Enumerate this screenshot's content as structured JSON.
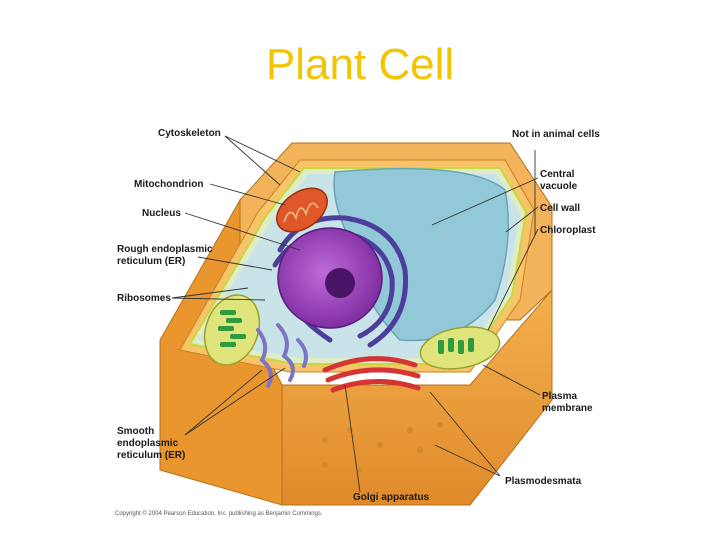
{
  "slide": {
    "title": "Plant Cell"
  },
  "labels": {
    "cytoskeleton": "Cytoskeleton",
    "mitochondrion": "Mitochondrion",
    "nucleus": "Nucleus",
    "rough_er_1": "Rough endoplasmic",
    "rough_er_2": "reticulum (ER)",
    "ribosomes": "Ribosomes",
    "smooth_er_1": "Smooth",
    "smooth_er_2": "endoplasmic",
    "smooth_er_3": "reticulum (ER)",
    "golgi": "Golgi apparatus",
    "not_in_animal": "Not in animal cells",
    "central_vacuole_1": "Central",
    "central_vacuole_2": "vacuole",
    "cell_wall": "Cell wall",
    "chloroplast": "Chloroplast",
    "plasma_membrane_1": "Plasma",
    "plasma_membrane_2": "membrane",
    "plasmodesmata": "Plasmodesmata"
  },
  "copyright": "Copyright © 2004 Pearson Education, Inc. publishing as Benjamin Cummings.",
  "colors": {
    "title": "#f2c500",
    "cell_wall": "#f0a43c",
    "cytoplasm": "#cfe6ea",
    "vacuole": "#9ed3e0",
    "nucleus": "#9a3ec2",
    "chloroplast": "#d8df6e",
    "mitochondrion": "#e0582a",
    "golgi": "#e23b3b",
    "er": "#6a5bb5"
  }
}
